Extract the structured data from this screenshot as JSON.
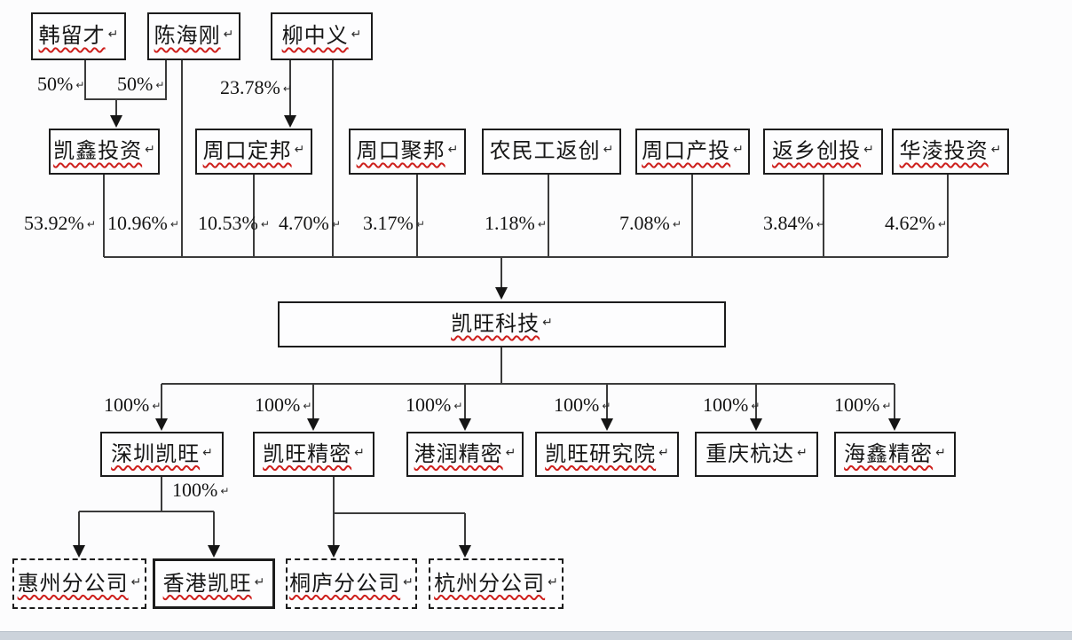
{
  "ui": {
    "return_mark": "↵"
  },
  "colors": {
    "line": "#3b3b3b",
    "box_border": "#1c1c1c",
    "spellcheck_underline": "#cd1f1c",
    "background": "#fcfcfd",
    "bottom_strip": "#ccd3db"
  },
  "nodes": {
    "person1": "韩留才",
    "person2": "陈海刚",
    "person3": "柳中义",
    "holder1": "凯鑫投资",
    "holder2": "周口定邦",
    "holder3": "周口聚邦",
    "holder4": "农民工返创",
    "holder5": "周口产投",
    "holder6": "返乡创投",
    "holder7": "华淩投资",
    "company": "凯旺科技",
    "sub1": "深圳凯旺",
    "sub2": "凯旺精密",
    "sub3": "港润精密",
    "sub4": "凯旺研究院",
    "sub5": "重庆杭达",
    "sub6": "海鑫精密",
    "branch1": "惠州分公司",
    "branch2": "香港凯旺",
    "branch3": "桐庐分公司",
    "branch4": "杭州分公司"
  },
  "stakes": {
    "han_to_kaixin": "50%",
    "chen_to_kaixin": "50%",
    "liu_to_dingbang": "23.78%",
    "kaixin_in_company": "53.92%",
    "chen_in_company": "10.96%",
    "dingbang_in_company": "10.53%",
    "liu_in_company": "4.70%",
    "jubang_in_company": "3.17%",
    "nongmingong_in_company": "1.18%",
    "chantou_in_company": "7.08%",
    "fanxiang_in_company": "3.84%",
    "hualing_in_company": "4.62%",
    "subsidiary": "100%",
    "hongkong": "100%"
  }
}
